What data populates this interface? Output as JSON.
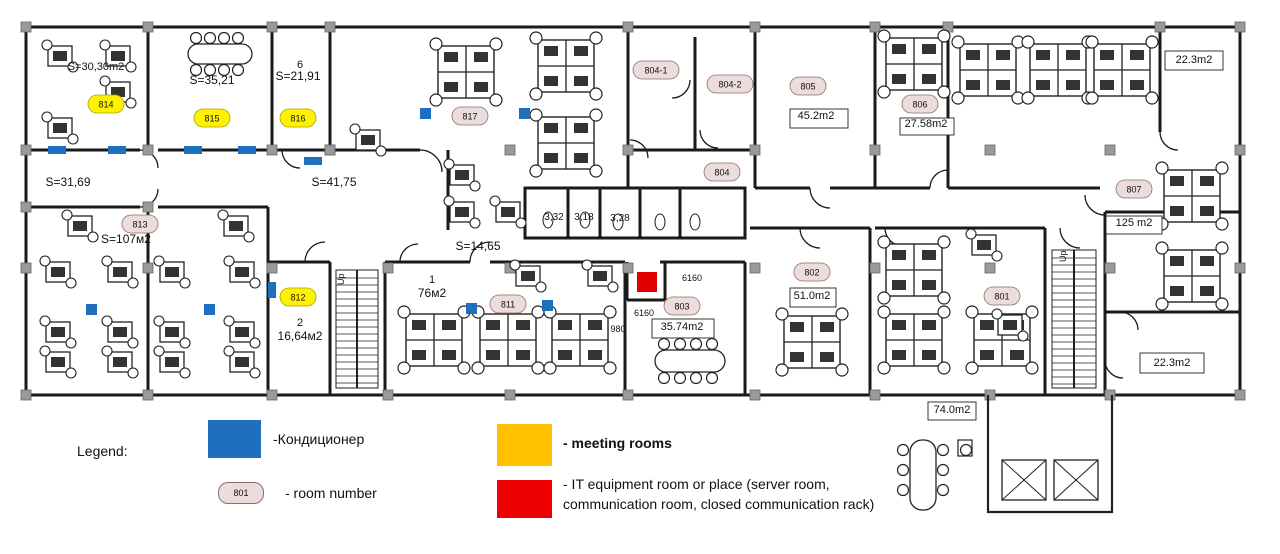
{
  "colors": {
    "wall": "#1a1a1a",
    "column": "#9a9a9a",
    "room_badge_fill": "#ecdcdc",
    "room_badge_stroke": "#8a6f6f",
    "meeting_badge": "#fff200",
    "ac_unit": "#1f6fbf",
    "it_room": "#e00000",
    "legend_meeting": "#ffc000",
    "legend_it": "#ee0000",
    "legend_ac": "#1f6fbf"
  },
  "rooms": [
    {
      "id": "r814",
      "label": "814",
      "type": "meeting",
      "area": "S=30,30m2"
    },
    {
      "id": "r815",
      "label": "815",
      "type": "meeting",
      "area": "S=35,21"
    },
    {
      "id": "r816",
      "label": "816",
      "type": "meeting",
      "area": "S=21,91",
      "extra": "6"
    },
    {
      "id": "r817",
      "label": "817",
      "type": "room",
      "area": ""
    },
    {
      "id": "r804-1",
      "label": "804-1",
      "type": "room",
      "area": ""
    },
    {
      "id": "r804-2",
      "label": "804-2",
      "type": "room",
      "area": ""
    },
    {
      "id": "r804",
      "label": "804",
      "type": "room",
      "area": ""
    },
    {
      "id": "r805",
      "label": "805",
      "type": "room",
      "area": "45.2m2"
    },
    {
      "id": "r806",
      "label": "806",
      "type": "room",
      "area": "27.58m2"
    },
    {
      "id": "r807",
      "label": "807",
      "type": "room",
      "area": "125 m2"
    },
    {
      "id": "r813",
      "label": "813",
      "type": "room",
      "area": "S=107м2"
    },
    {
      "id": "r812",
      "label": "812",
      "type": "meeting",
      "area": "16,64м2",
      "extra": "2"
    },
    {
      "id": "r811",
      "label": "811",
      "type": "room",
      "area": "76м2",
      "extra": "1"
    },
    {
      "id": "r803",
      "label": "803",
      "type": "room",
      "area": "35.74m2"
    },
    {
      "id": "r802",
      "label": "802",
      "type": "room",
      "area": "51.0m2"
    },
    {
      "id": "r801",
      "label": "801",
      "type": "room",
      "area": ""
    }
  ],
  "area_labels": [
    {
      "id": "a-corr-1",
      "text": "S=31,69"
    },
    {
      "id": "a-corr-2",
      "text": "S=41,75"
    },
    {
      "id": "a-corr-3",
      "text": "S=14,65"
    },
    {
      "id": "a-wc-1",
      "text": "3,32"
    },
    {
      "id": "a-wc-2",
      "text": "3,18"
    },
    {
      "id": "a-wc-3",
      "text": "3,28"
    },
    {
      "id": "a-tr",
      "text": "22.3m2"
    },
    {
      "id": "a-br",
      "text": "22.3m2"
    },
    {
      "id": "a-lobby",
      "text": "74.0m2"
    },
    {
      "id": "a-6160a",
      "text": "6160"
    },
    {
      "id": "a-6160b",
      "text": "6160"
    },
    {
      "id": "a-980",
      "text": "980"
    }
  ],
  "stairs_label": "Up",
  "legend": {
    "title": "Legend:",
    "items": [
      {
        "id": "ac",
        "text": "-Кондиционер"
      },
      {
        "id": "room_number",
        "badge": "801",
        "text": "- room number"
      },
      {
        "id": "meeting",
        "text": "- meeting rooms"
      },
      {
        "id": "it",
        "text": "- IT equipment room or place (server room, communication room, closed communication rack)"
      }
    ]
  }
}
